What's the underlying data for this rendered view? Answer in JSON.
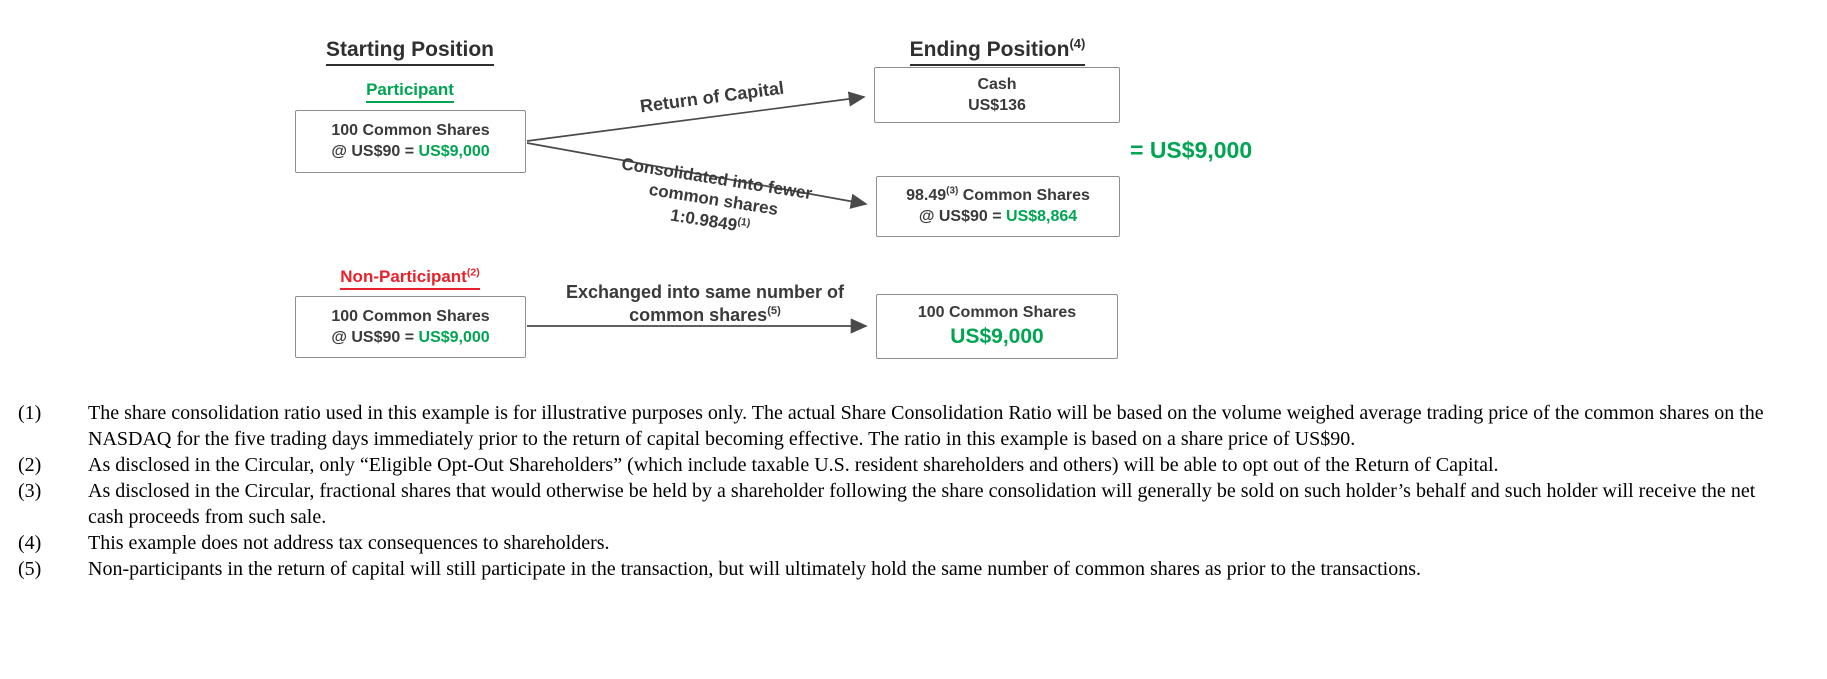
{
  "diagram": {
    "headers": {
      "starting": "Starting Position",
      "ending": "Ending Position",
      "ending_sup": "(4)"
    },
    "participant": {
      "label": "Participant",
      "box_line1": "100 Common Shares",
      "box_line2_prefix": "@ US$90 = ",
      "box_line2_value": "US$9,000"
    },
    "non_participant": {
      "label": "Non-Participant",
      "label_sup": "(2)",
      "box_line1": "100 Common Shares",
      "box_line2_prefix": "@ US$90 = ",
      "box_line2_value": "US$9,000"
    },
    "arrows": {
      "return_of_capital": "Return of Capital",
      "consolidated_line1": "Consolidated into fewer",
      "consolidated_line2": "common shares",
      "consolidated_line3": "1:0.9849",
      "consolidated_sup": "(1)",
      "exchanged_line1": "Exchanged into same number of",
      "exchanged_line2": "common shares",
      "exchanged_sup": "(5)"
    },
    "results": {
      "cash_title": "Cash",
      "cash_value": "US$136",
      "shares_title_num": "98.49",
      "shares_title_sup": "(3)",
      "shares_title_rest": " Common Shares",
      "shares_line2_prefix": "@ US$90 = ",
      "shares_line2_value": "US$8,864",
      "equals_total": "= US$9,000",
      "np_title": "100 Common Shares",
      "np_value": "US$9,000"
    },
    "colors": {
      "green": "#00a551",
      "red": "#e8222a"
    }
  },
  "footnotes": [
    {
      "num": "(1)",
      "text": "The share consolidation ratio used in this example is for illustrative purposes only. The actual Share Consolidation Ratio will be based on the volume weighed average trading price of the common shares on the NASDAQ for the five trading days immediately prior to the return of capital becoming effective. The ratio in this example is based on a share price of US$90."
    },
    {
      "num": "(2)",
      "text": "As disclosed in the Circular, only “Eligible Opt-Out Shareholders” (which include taxable U.S. resident shareholders and others) will be able to opt out of the Return of Capital."
    },
    {
      "num": "(3)",
      "text": "As disclosed in the Circular, fractional shares that would otherwise be held by a shareholder following the share consolidation will generally be sold on such holder’s behalf and such holder will receive the net cash proceeds from such sale."
    },
    {
      "num": "(4)",
      "text": "This example does not address tax consequences to shareholders."
    },
    {
      "num": "(5)",
      "text": "Non-participants in the return of capital will still participate in the transaction, but will ultimately hold the same number of common shares as prior to the transactions."
    }
  ]
}
